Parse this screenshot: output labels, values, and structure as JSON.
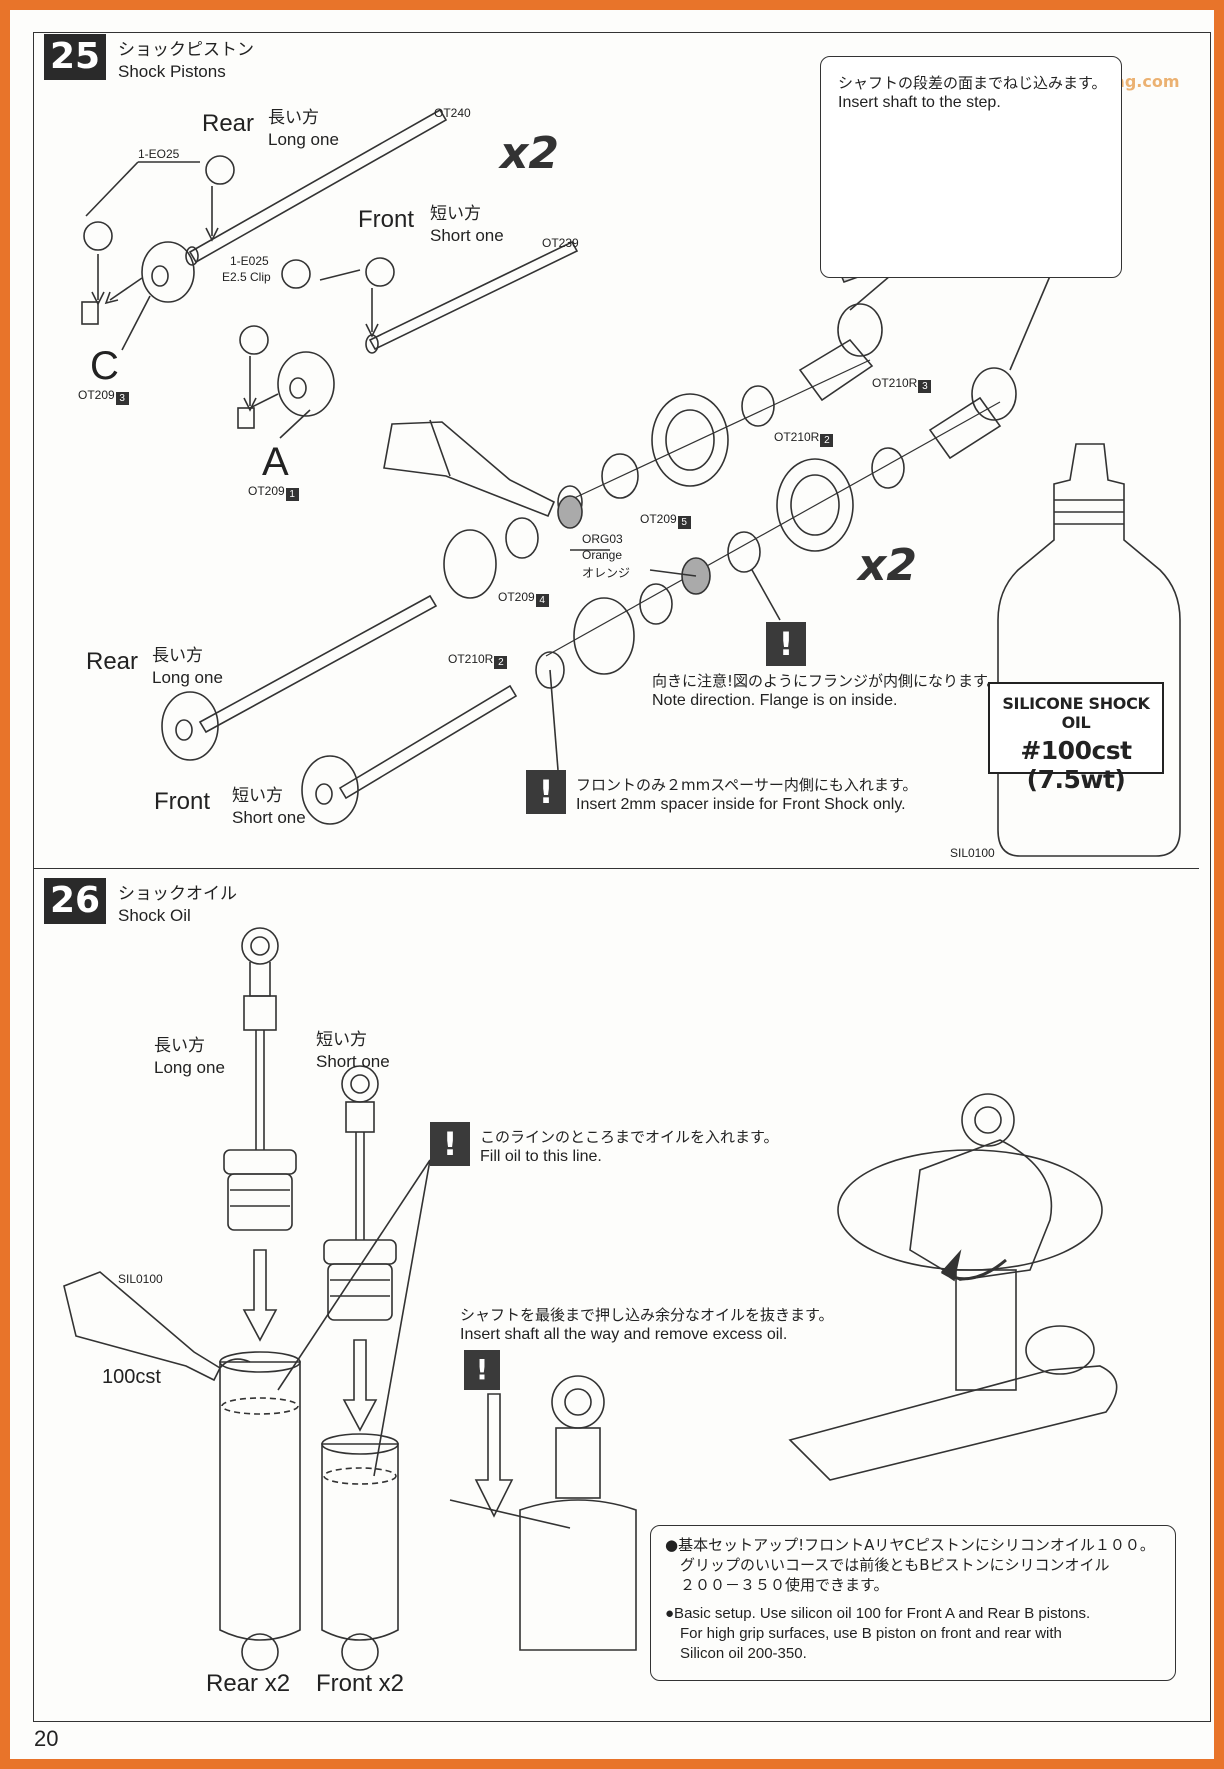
{
  "page_number": "20",
  "watermark": "rcmag.com",
  "step25": {
    "number": "25",
    "title_jp": "ショックピストン",
    "title_en": "Shock Pistons",
    "multiplier_top": "x2",
    "multiplier_mid": "x2",
    "rear_top": {
      "en": "Rear",
      "jp": "長い方",
      "sub": "Long one"
    },
    "front_top": {
      "en": "Front",
      "jp": "短い方",
      "sub": "Short one"
    },
    "rear_bottom": {
      "en": "Rear",
      "jp": "長い方",
      "sub": "Long one"
    },
    "front_bottom": {
      "en": "Front",
      "jp": "短い方",
      "sub": "Short one"
    },
    "part_ot240": "OT240",
    "part_ot239": "OT239",
    "part_eo25_a": "1-EO25",
    "part_eo25_b": "1-E025",
    "part_e25clip": "E2.5 Clip",
    "piston_c": "C",
    "piston_a": "A",
    "part_ot209_c": "OT209",
    "badge_3a": "3",
    "part_ot209_a": "OT209",
    "badge_1": "1",
    "part_ot210r_3": "OT210R",
    "badge_3b": "3",
    "part_ot210r_2a": "OT210R",
    "badge_2a": "2",
    "part_ot209_5": "OT209",
    "badge_5": "5",
    "part_ot209_4": "OT209",
    "badge_4": "4",
    "part_ot210r_2b": "OT210R",
    "badge_2b": "2",
    "org03": "ORG03",
    "orange_en": "Orange",
    "orange_jp": "オレンジ",
    "callout_jp": "シャフトの段差の面までねじ込みます。",
    "callout_en": "Insert shaft to the step.",
    "note_dir_jp": "向きに注意!図のようにフランジが内側になります。",
    "note_dir_en": "Note direction. Flange is on inside.",
    "note_front_jp": "フロントのみ２mmスペーサー内側にも入れます。",
    "note_front_en": "Insert 2mm spacer inside for Front Shock only.",
    "warn_mark": "!",
    "bottle_line1": "SILICONE SHOCK OIL",
    "bottle_line2": "#100cst (7.5wt)",
    "bottle_part": "SIL0100"
  },
  "step26": {
    "number": "26",
    "title_jp": "ショックオイル",
    "title_en": "Shock Oil",
    "long_jp": "長い方",
    "long_en": "Long one",
    "short_jp": "短い方",
    "short_en": "Short one",
    "fill_jp": "このラインのところまでオイルを入れます。",
    "fill_en": "Fill oil to this line.",
    "bottle_part": "SIL0100",
    "oil_value": "100cst",
    "insert_jp": "シャフトを最後まで押し込み余分なオイルを抜きます。",
    "insert_en": "Insert shaft all the way and remove excess oil.",
    "rear_count": "Rear x2",
    "front_count": "Front x2",
    "warn_mark": "!",
    "notes": [
      "●基本セットアップ!フロントAリヤCピストンにシリコンオイル１００。",
      "　グリップのいいコースでは前後ともBピストンにシリコンオイル",
      "　２００－３５０使用できます。",
      "●Basic setup. Use silicon oil 100 for Front A and Rear B pistons.",
      "　For high grip surfaces, use B piston on front and rear with",
      "　Silicon oil 200-350."
    ]
  }
}
